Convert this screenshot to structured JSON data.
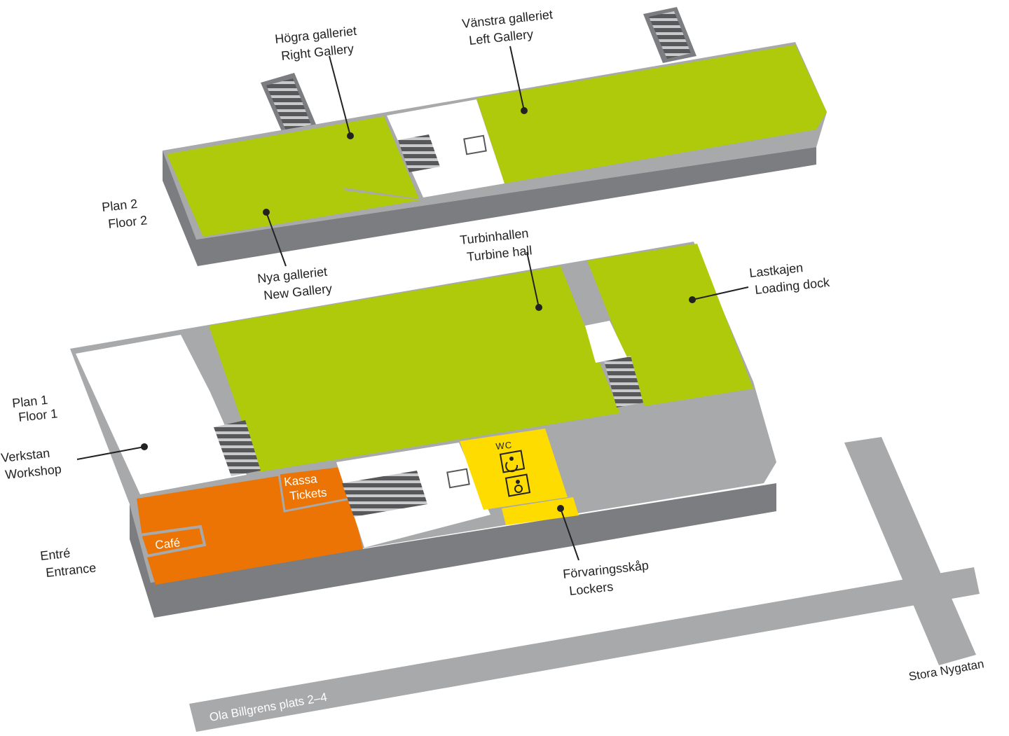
{
  "colors": {
    "gallery": "#afca0b",
    "orange": "#ec7404",
    "yellow": "#ffdc00",
    "gray": "#a8a9ab",
    "dark": "#58585a",
    "wall": "#7c7d80",
    "white": "#ffffff"
  },
  "floors": {
    "floor2": {
      "sv": "Plan 2",
      "en": "Floor 2"
    },
    "floor1": {
      "sv": "Plan 1",
      "en": "Floor 1"
    }
  },
  "rooms": {
    "right_gallery": {
      "sv": "Högra galleriet",
      "en": "Right Gallery"
    },
    "left_gallery": {
      "sv": "Vänstra galleriet",
      "en": "Left Gallery"
    },
    "new_gallery": {
      "sv": "Nya galleriet",
      "en": "New Gallery"
    },
    "turbine_hall": {
      "sv": "Turbinhallen",
      "en": "Turbine hall"
    },
    "loading_dock": {
      "sv": "Lastkajen",
      "en": "Loading dock"
    },
    "workshop": {
      "sv": "Verkstan",
      "en": "Workshop"
    },
    "entrance": {
      "sv": "Entré",
      "en": "Entrance"
    },
    "tickets": {
      "sv": "Kassa",
      "en": "Tickets"
    },
    "cafe": {
      "label": "Café"
    },
    "lockers": {
      "sv": "Förvaringsskåp",
      "en": "Lockers"
    },
    "wc": {
      "label": "WC"
    }
  },
  "streets": {
    "south": "Ola Billgrens plats 2–4",
    "east": "Stora Nygatan"
  },
  "icons": [
    "elevator-icon",
    "wheelchair-icon",
    "baby-changing-icon",
    "stairs-icon"
  ]
}
